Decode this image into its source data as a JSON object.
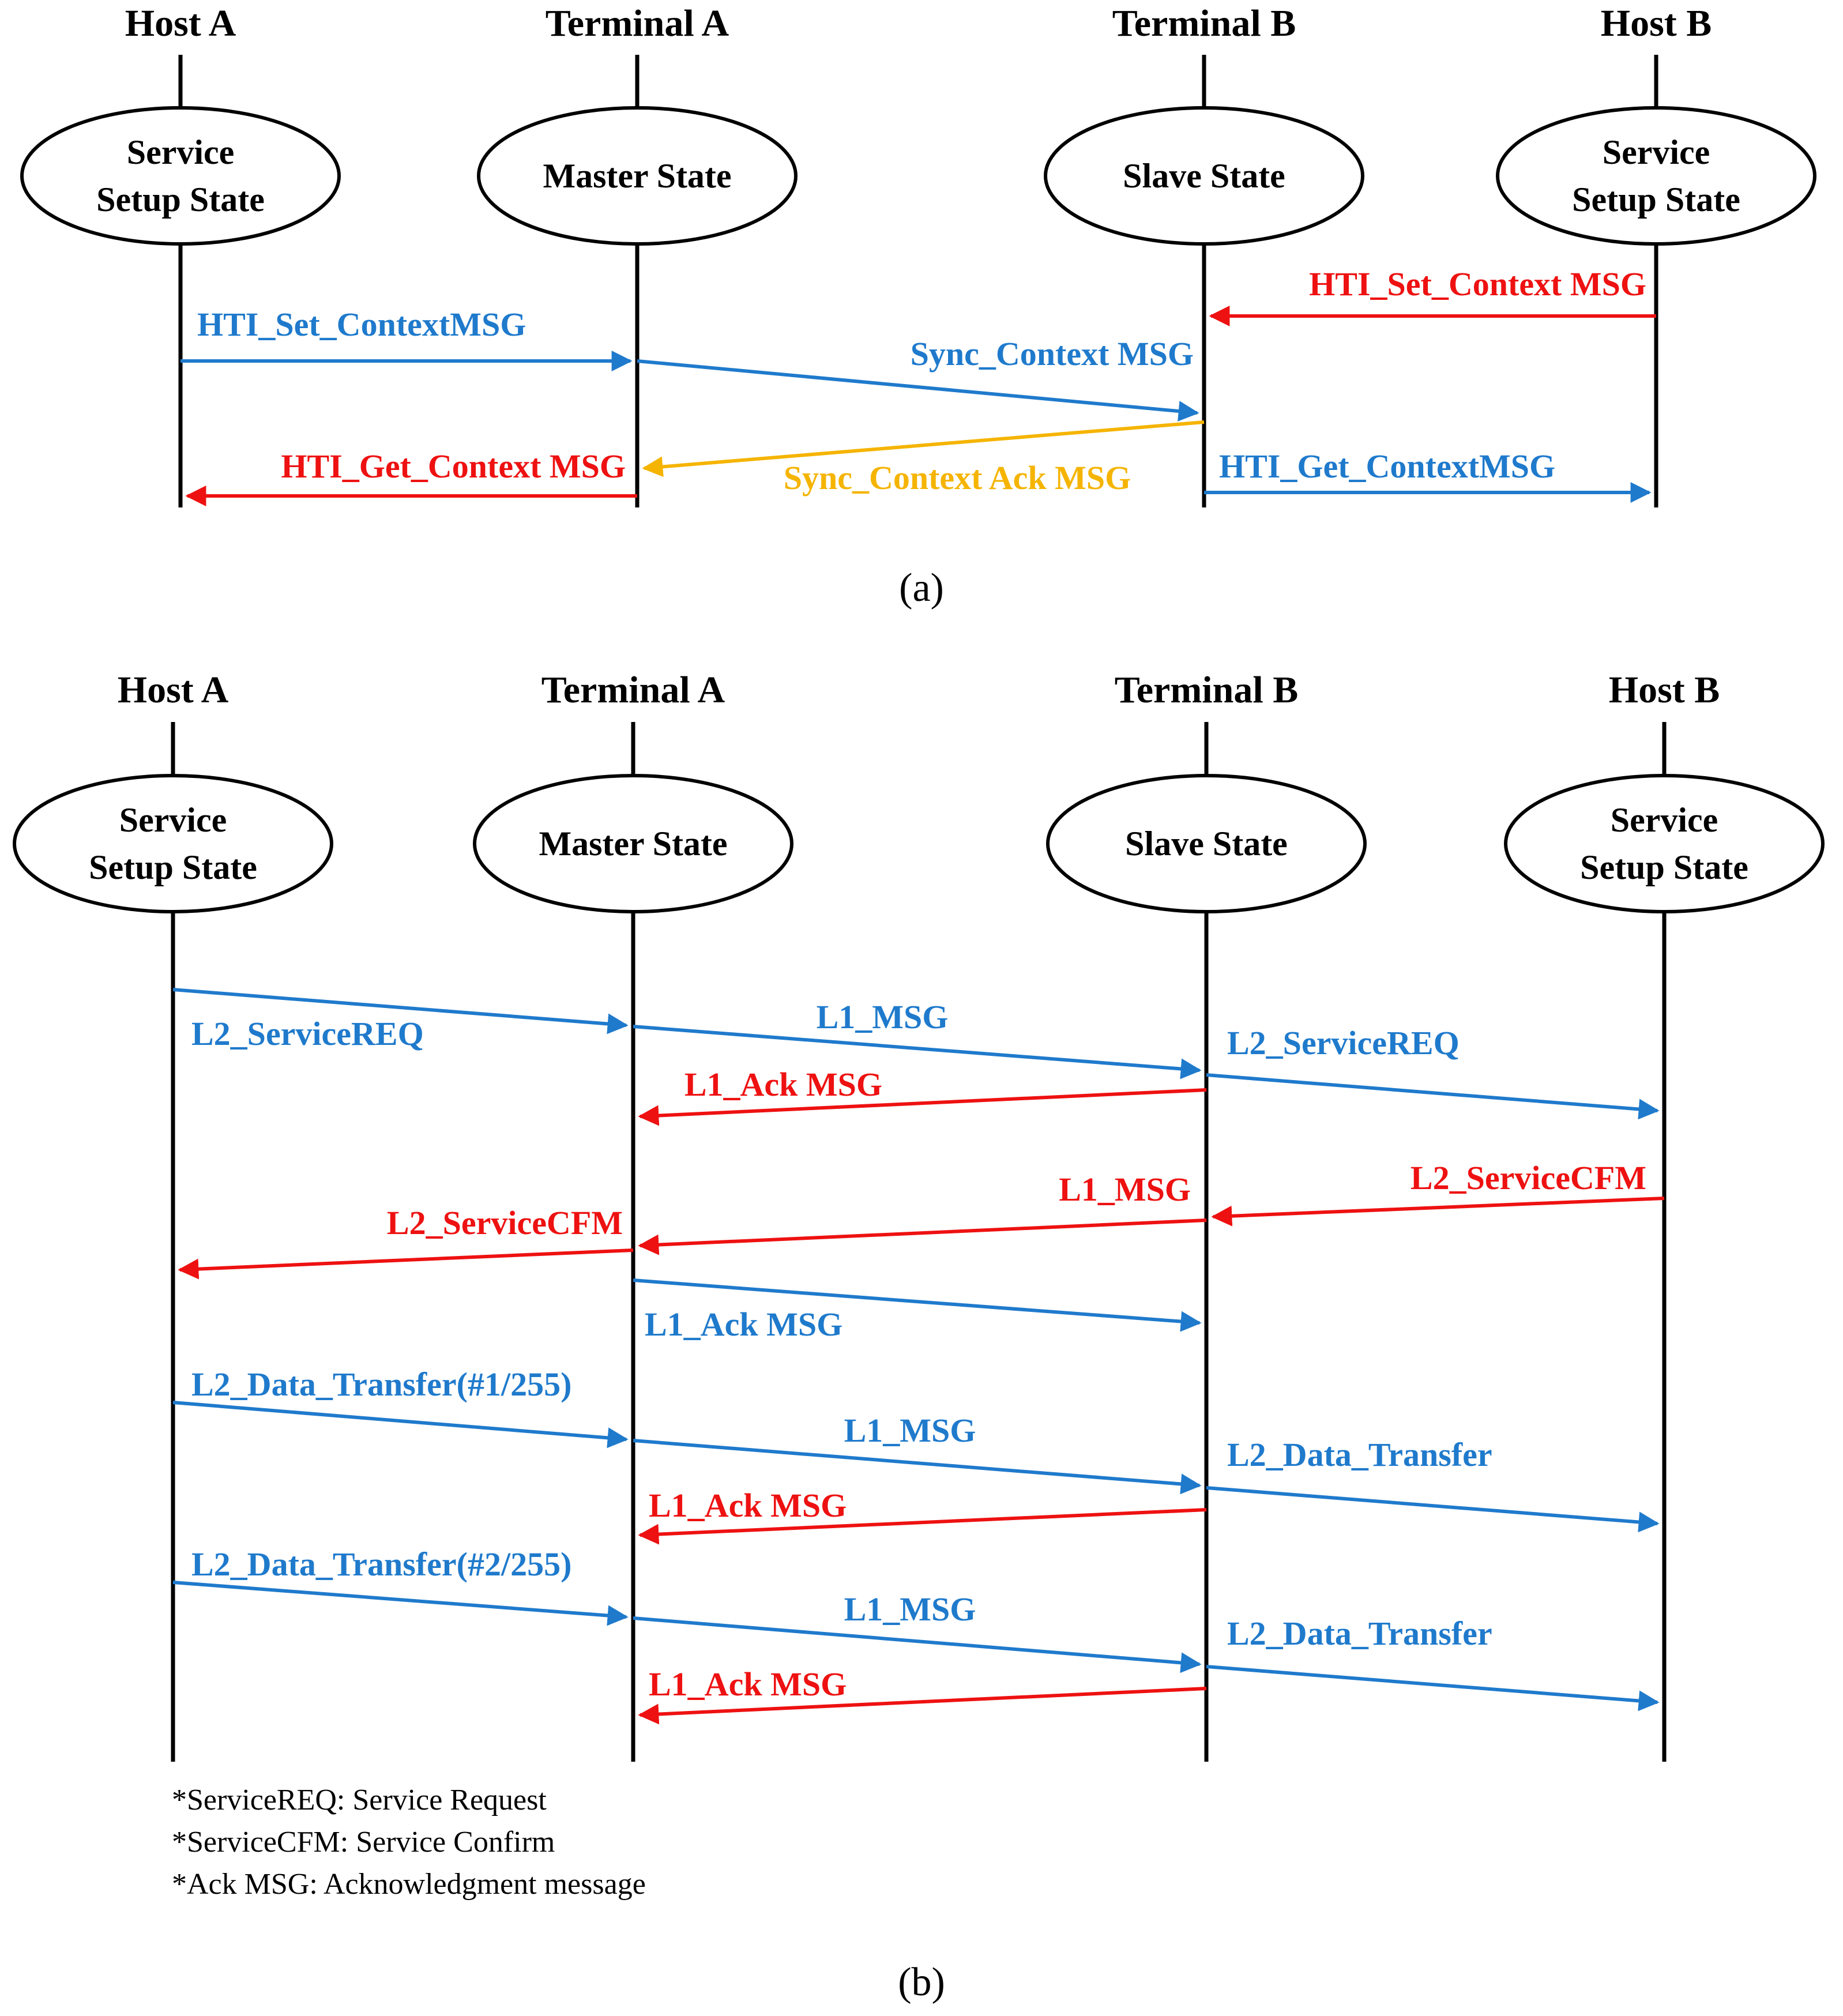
{
  "colors": {
    "blue": "#1f7acc",
    "red": "#ee1111",
    "orange": "#f5b400",
    "black": "#000000"
  },
  "panel_a": {
    "caption": "(a)",
    "actors": [
      {
        "name": "Host A",
        "state": [
          "Service",
          "Setup State"
        ]
      },
      {
        "name": "Terminal A",
        "state": [
          "Master State"
        ]
      },
      {
        "name": "Terminal B",
        "state": [
          "Slave State"
        ]
      },
      {
        "name": "Host B",
        "state": [
          "Service",
          "Setup State"
        ]
      }
    ],
    "messages": [
      {
        "label": "HTI_Set_Context MSG",
        "from": 3,
        "to": 2,
        "color": "red"
      },
      {
        "label": "HTI_Set_ContextMSG",
        "from": 0,
        "to": 1,
        "color": "blue"
      },
      {
        "label": "Sync_Context  MSG",
        "from": 1,
        "to": 2,
        "color": "blue"
      },
      {
        "label": "Sync_Context  Ack MSG",
        "from": 2,
        "to": 1,
        "color": "orange"
      },
      {
        "label": "HTI_Get_Context  MSG",
        "from": 1,
        "to": 0,
        "color": "red"
      },
      {
        "label": "HTI_Get_ContextMSG",
        "from": 2,
        "to": 3,
        "color": "blue"
      }
    ]
  },
  "panel_b": {
    "caption": "(b)",
    "actors": [
      {
        "name": "Host A",
        "state": [
          "Service",
          "Setup State"
        ]
      },
      {
        "name": "Terminal A",
        "state": [
          "Master State"
        ]
      },
      {
        "name": "Terminal B",
        "state": [
          "Slave State"
        ]
      },
      {
        "name": "Host B",
        "state": [
          "Service",
          "Setup State"
        ]
      }
    ],
    "messages": [
      {
        "label": "L2_ServiceREQ",
        "from": 0,
        "to": 1,
        "color": "blue"
      },
      {
        "label": "L1_MSG",
        "from": 1,
        "to": 2,
        "color": "blue"
      },
      {
        "label": "L2_ServiceREQ",
        "from": 2,
        "to": 3,
        "color": "blue"
      },
      {
        "label": "L1_Ack MSG",
        "from": 2,
        "to": 1,
        "color": "red"
      },
      {
        "label": "L2_ServiceCFM",
        "from": 3,
        "to": 2,
        "color": "red"
      },
      {
        "label": "L1_MSG",
        "from": 2,
        "to": 1,
        "color": "red"
      },
      {
        "label": "L2_ServiceCFM",
        "from": 1,
        "to": 0,
        "color": "red"
      },
      {
        "label": "L1_Ack MSG",
        "from": 1,
        "to": 2,
        "color": "blue"
      },
      {
        "label": "L2_Data_Transfer(#1/255)",
        "from": 0,
        "to": 1,
        "color": "blue"
      },
      {
        "label": "L1_MSG",
        "from": 1,
        "to": 2,
        "color": "blue"
      },
      {
        "label": "L2_Data_Transfer",
        "from": 2,
        "to": 3,
        "color": "blue"
      },
      {
        "label": "L1_Ack MSG",
        "from": 2,
        "to": 1,
        "color": "red"
      },
      {
        "label": "L2_Data_Transfer(#2/255)",
        "from": 0,
        "to": 1,
        "color": "blue"
      },
      {
        "label": "L1_MSG",
        "from": 1,
        "to": 2,
        "color": "blue"
      },
      {
        "label": "L2_Data_Transfer",
        "from": 2,
        "to": 3,
        "color": "blue"
      },
      {
        "label": "L1_Ack MSG",
        "from": 2,
        "to": 1,
        "color": "red"
      }
    ],
    "notes": [
      "*ServiceREQ: Service Request",
      "*ServiceCFM: Service Confirm",
      "*Ack MSG: Acknowledgment message"
    ]
  }
}
